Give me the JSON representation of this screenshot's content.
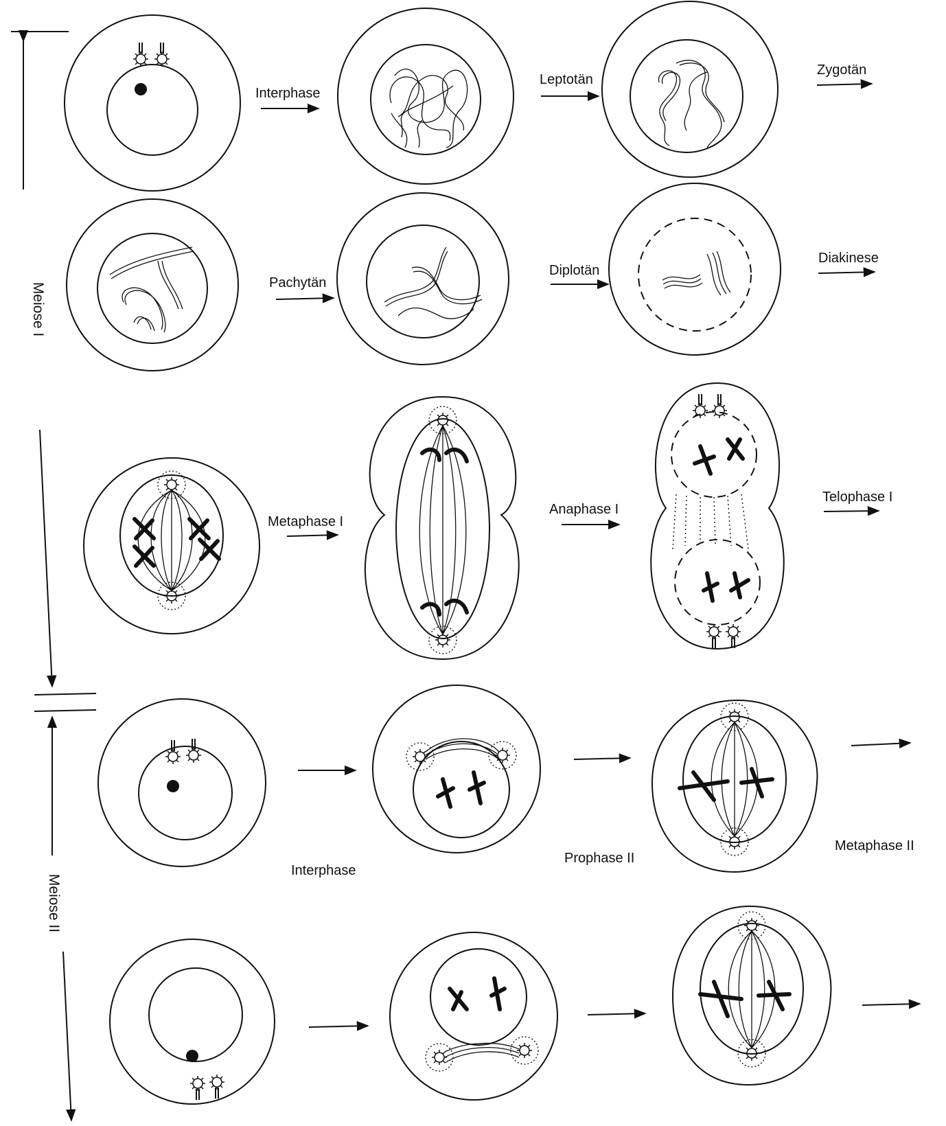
{
  "sections": {
    "meiosis_1": "Meiose I",
    "meiosis_2": "Meiose II"
  },
  "stages": {
    "interphase_1": "Interphase",
    "leptotaen": "Leptotän",
    "zygotaen": "Zygotän",
    "pachytaen": "Pachytän",
    "diplotaen": "Diplotän",
    "diakinese": "Diakinese",
    "metaphase_1": "Metaphase I",
    "anaphase_1": "Anaphase I",
    "telophase_1": "Telophase I",
    "interphase_2": "Interphase",
    "prophase_2": "Prophase II",
    "metaphase_2": "Metaphase II"
  }
}
